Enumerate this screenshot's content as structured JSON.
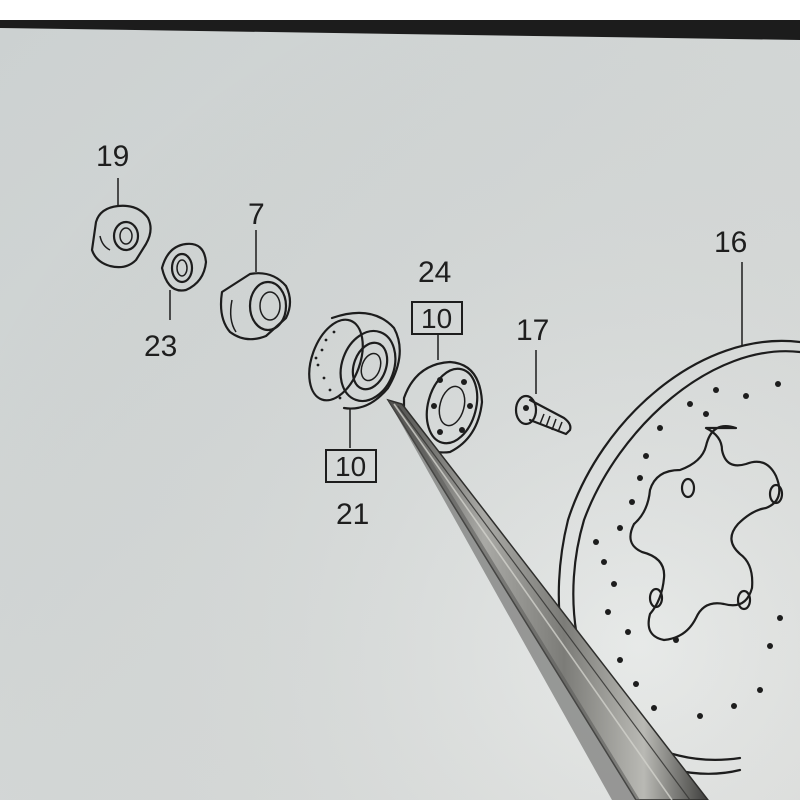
{
  "diagram": {
    "parts": [
      {
        "id": "19",
        "label": "19"
      },
      {
        "id": "23",
        "label": "23"
      },
      {
        "id": "7",
        "label": "7"
      },
      {
        "id": "24",
        "label": "24"
      },
      {
        "id": "24-qty",
        "label": "10"
      },
      {
        "id": "21-qty",
        "label": "10"
      },
      {
        "id": "21",
        "label": "21"
      },
      {
        "id": "17",
        "label": "17"
      },
      {
        "id": "16",
        "label": "16"
      }
    ]
  },
  "colors": {
    "paper": "#dde1e1",
    "ink": "#1d1d1d",
    "tweezer_metal": "#8b8b88"
  }
}
